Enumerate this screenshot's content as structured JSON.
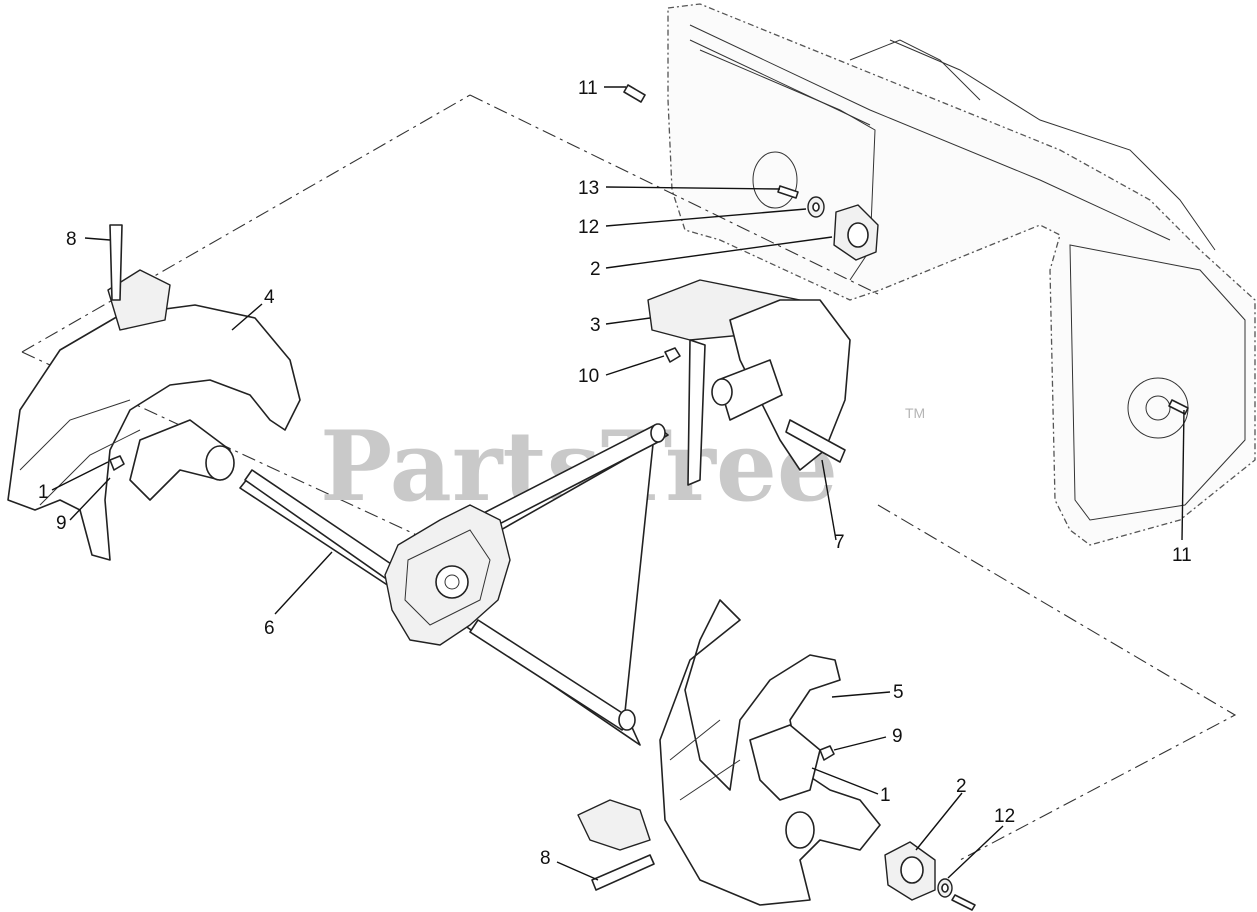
{
  "watermark": {
    "text": "PartsTree",
    "trademark": "TM"
  },
  "callouts": [
    {
      "id": "11a",
      "text": "11"
    },
    {
      "id": "13",
      "text": "13"
    },
    {
      "id": "12a",
      "text": "12"
    },
    {
      "id": "2a",
      "text": "2"
    },
    {
      "id": "3",
      "text": "3"
    },
    {
      "id": "10",
      "text": "10"
    },
    {
      "id": "8a",
      "text": "8"
    },
    {
      "id": "4",
      "text": "4"
    },
    {
      "id": "1a",
      "text": "1"
    },
    {
      "id": "9a",
      "text": "9"
    },
    {
      "id": "6",
      "text": "6"
    },
    {
      "id": "7",
      "text": "7"
    },
    {
      "id": "11b",
      "text": "11"
    },
    {
      "id": "5",
      "text": "5"
    },
    {
      "id": "9b",
      "text": "9"
    },
    {
      "id": "1b",
      "text": "1"
    },
    {
      "id": "2b",
      "text": "2"
    },
    {
      "id": "12b",
      "text": "12"
    },
    {
      "id": "8b",
      "text": "8"
    }
  ]
}
